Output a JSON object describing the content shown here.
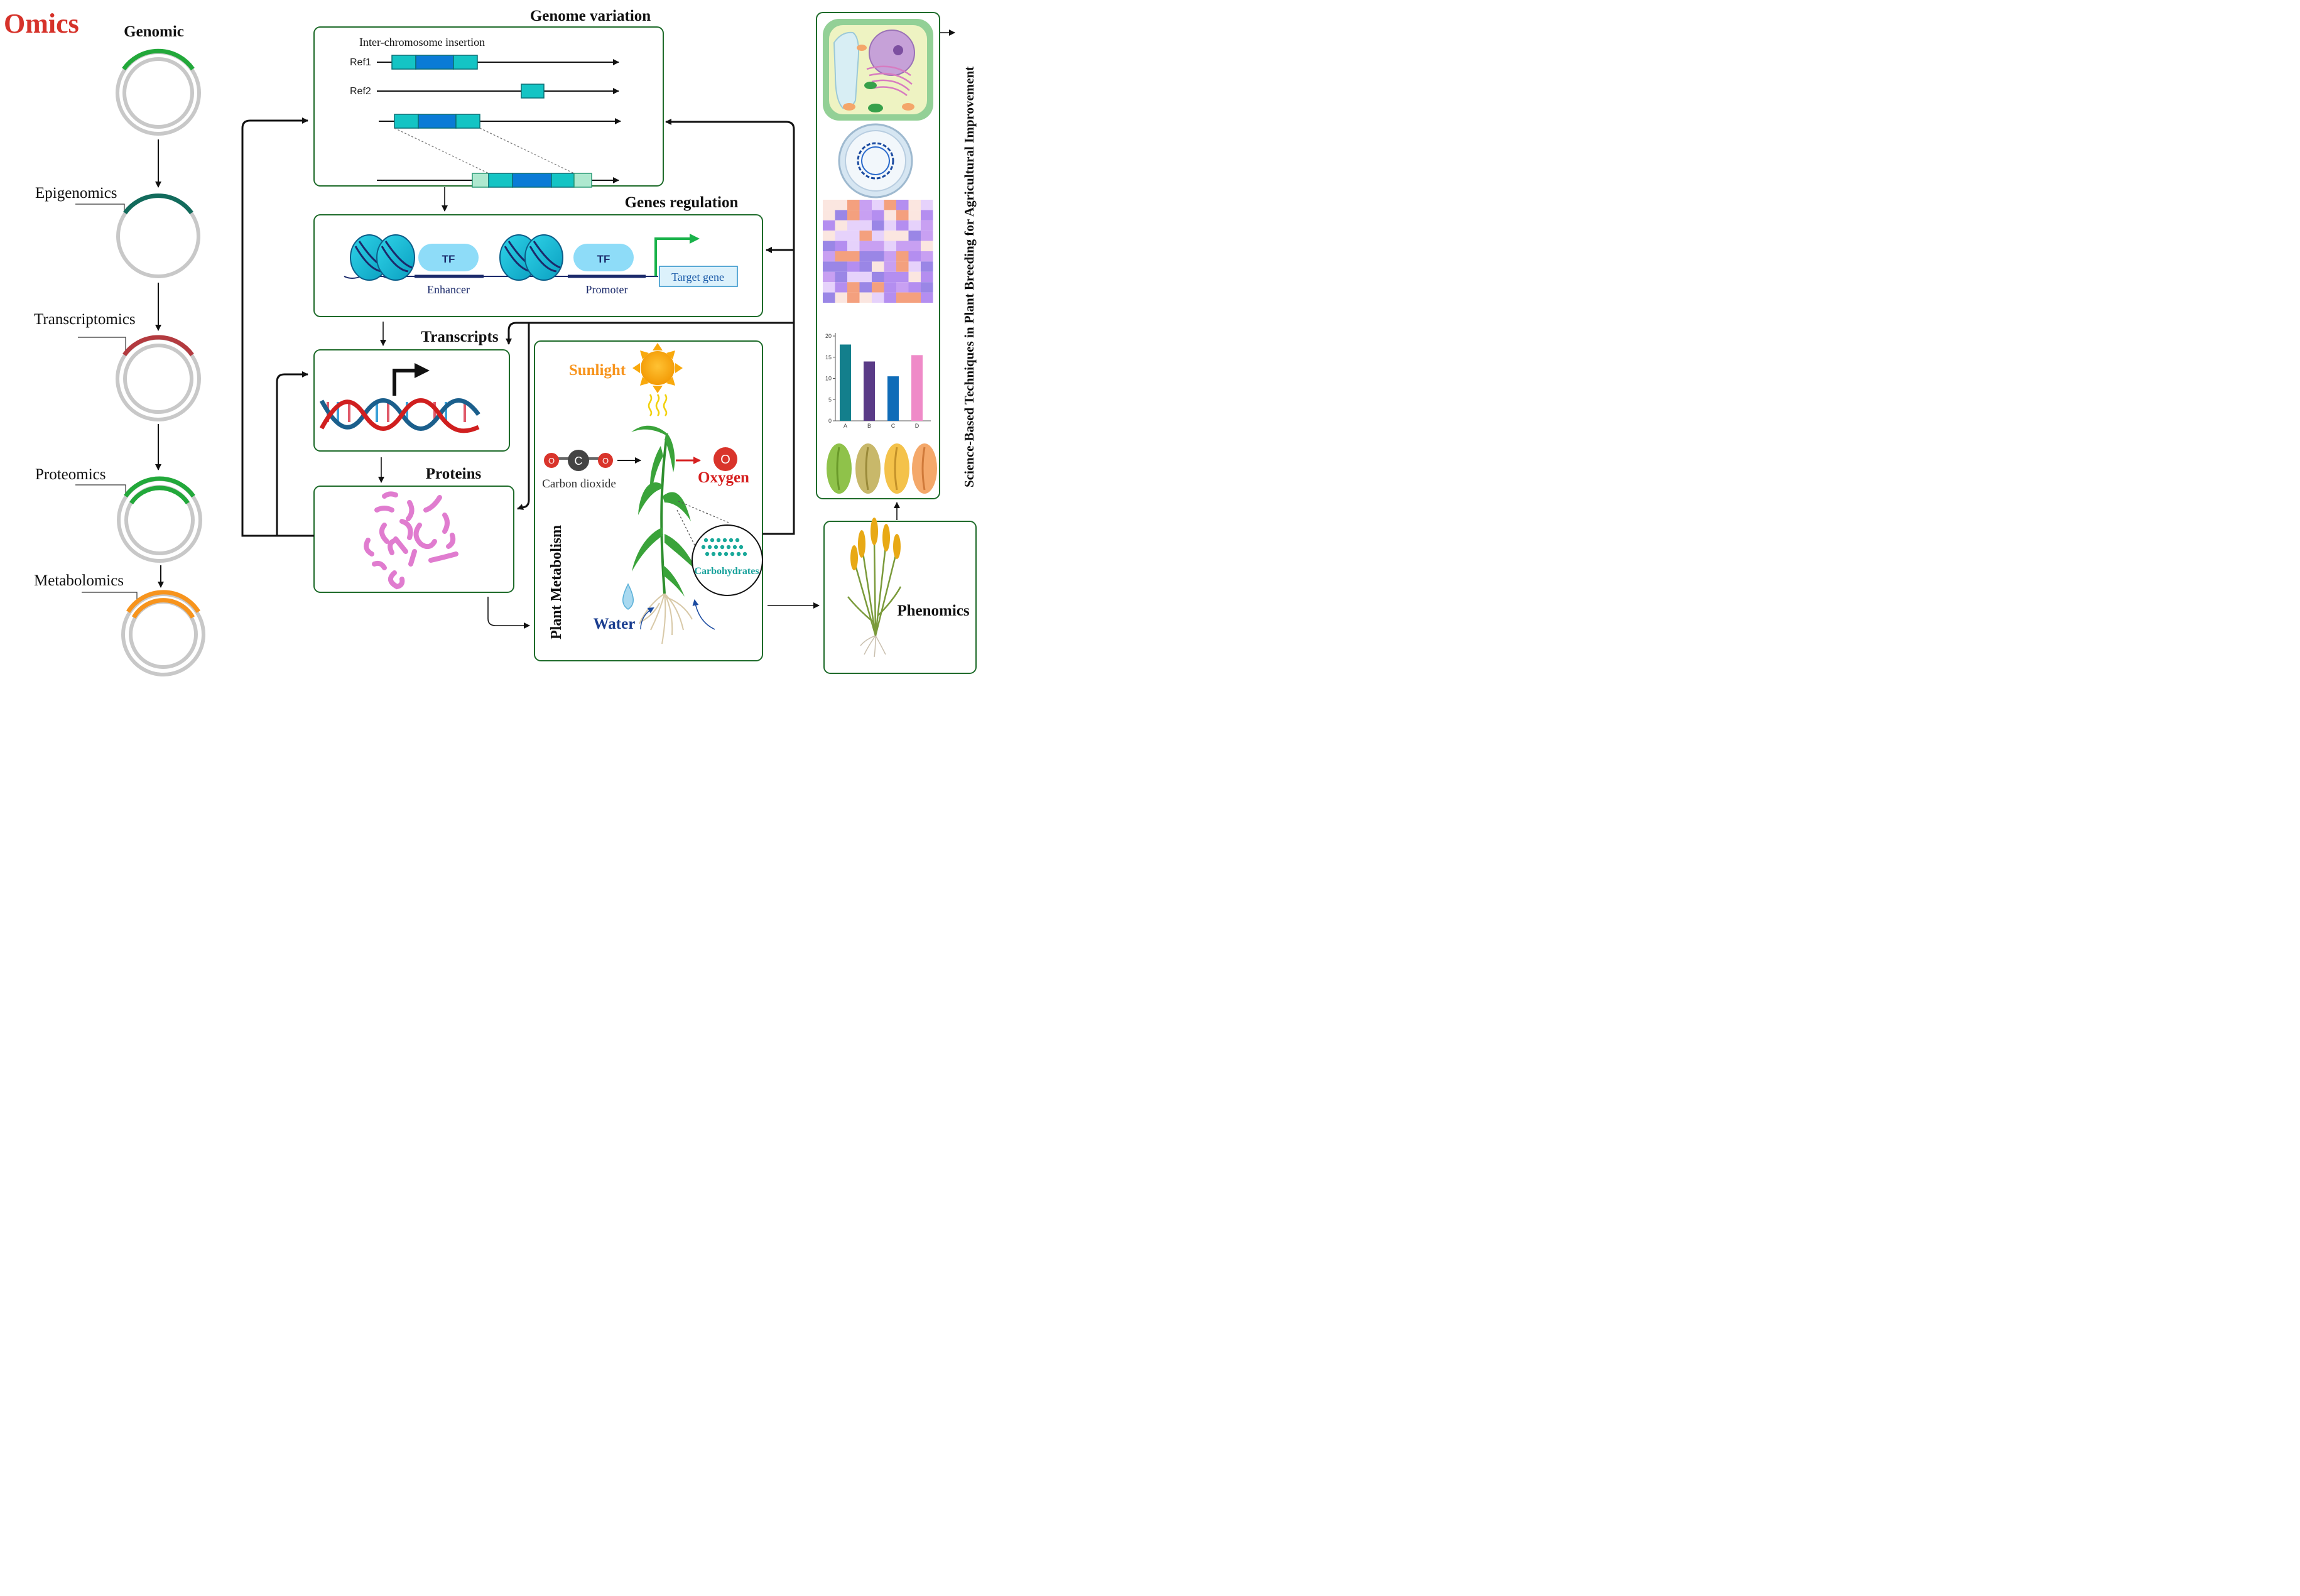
{
  "title": "Omics",
  "omics_levels": [
    {
      "label": "Genomic",
      "color": "#22a83a"
    },
    {
      "label": "Epigenomics",
      "color": "#126b5c"
    },
    {
      "label": "Transcriptomics",
      "color": "#b33a3f"
    },
    {
      "label": "Proteomics",
      "color": "#22a83a"
    },
    {
      "label": "Metabolomics",
      "color": "#f7941d"
    }
  ],
  "genome_variation": {
    "title": "Genome variation",
    "subtitle": "Inter-chromosome insertion",
    "ref1": "Ref1",
    "ref2": "Ref2"
  },
  "genes_regulation": {
    "title": "Genes regulation",
    "tf": "TF",
    "enhancer": "Enhancer",
    "promoter": "Promoter",
    "target_gene": "Target gene"
  },
  "transcripts": {
    "title": "Transcripts"
  },
  "proteins": {
    "title": "Proteins"
  },
  "plant_metabolism": {
    "title": "Plant Metabolism",
    "sunlight": "Sunlight",
    "carbon_atom": "C",
    "oxygen_atom": "O",
    "carbon_dioxide": "Carbon dioxide",
    "oxygen": "Oxygen",
    "carbohydrates": "Carbohydrates",
    "water": "Water"
  },
  "phenomics": {
    "title": "Phenomics"
  },
  "side_title": "Science-Based Techniques in Plant Breeding for Agricultural Improvement",
  "colors": {
    "box_border": "#1e6b2a",
    "teal": "#14c4c4",
    "blue": "#0a7bd6",
    "sun": "#f9a90c",
    "oxygen_red": "#d62020",
    "protein_pink": "#e07ccf"
  },
  "chart_data": {
    "type": "bar",
    "categories": [
      "A",
      "B",
      "C",
      "D"
    ],
    "values": [
      18,
      14,
      10.5,
      15.5
    ],
    "yticks": [
      "0",
      "5",
      "10",
      "15",
      "20"
    ],
    "ylim": [
      0,
      20
    ],
    "colors": [
      "#137f8c",
      "#5a3b87",
      "#0f6cb8",
      "#ef8ac8"
    ]
  }
}
